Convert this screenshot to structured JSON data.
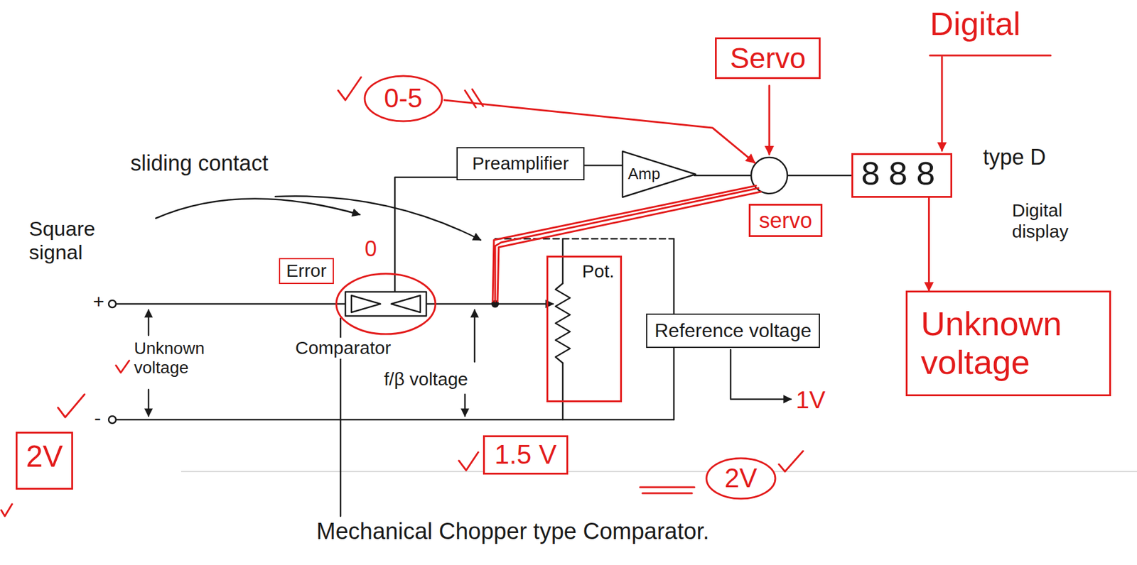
{
  "diagram": {
    "caption": "Mechanical Chopper type Comparator.",
    "nodes": [
      {
        "text": [
          "0-5"
        ]
      },
      {
        "text": [
          "Servo"
        ]
      },
      {
        "text": [
          "Preamplifier"
        ]
      },
      {
        "text": [
          "Amp"
        ]
      },
      {
        "text": [
          "servo"
        ]
      },
      {
        "text": [
          "888"
        ]
      },
      {
        "text": [
          "Error"
        ]
      },
      {
        "text": [
          "Pot."
        ]
      },
      {
        "text": [
          "Reference voltage"
        ]
      },
      {
        "text": [
          "Unknown voltage"
        ]
      },
      {
        "text": [
          "2V"
        ]
      },
      {
        "text": [
          "1.5 V"
        ]
      },
      {
        "text": [
          "2V"
        ]
      }
    ],
    "edges": [
      {
        "from": 2,
        "to": 3,
        "arrow": "none"
      },
      {
        "from": 5,
        "to": 9,
        "arrow": "to"
      }
    ],
    "labels": [
      "Digital",
      "sliding contact",
      "type D",
      "Digital display",
      "Square signal",
      "0",
      "+",
      "Unknown voltage",
      "Comparator",
      "f/β voltage",
      "-",
      "1V"
    ]
  }
}
